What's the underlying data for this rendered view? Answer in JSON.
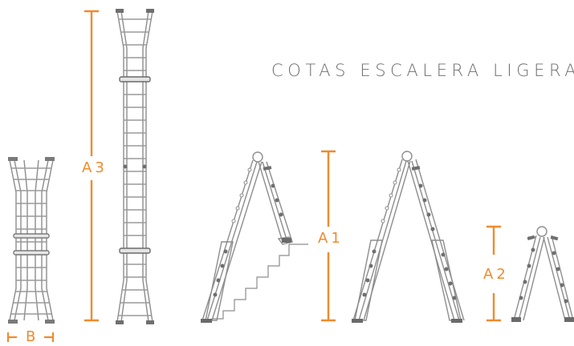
{
  "title": "COTAS ESCALERA LIGERA",
  "colors": {
    "accent": "#f08a2c",
    "ladder": "#8d8d8d",
    "ladder_dark": "#6a6a6a"
  },
  "dimensions": {
    "a1": "A1",
    "a2": "A2",
    "a3": "A3",
    "b": "B"
  }
}
